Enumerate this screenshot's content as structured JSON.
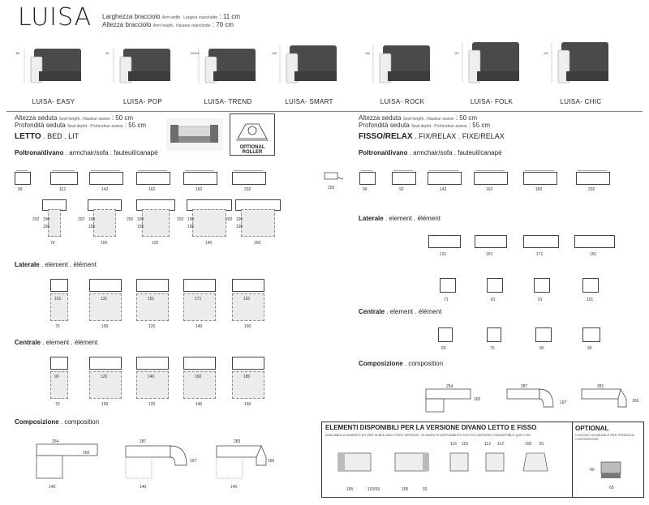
{
  "header": {
    "title": "LUISA",
    "spec1": "Larghezza bracciolo",
    "spec1_fr": "Arm width . Largeur manchette",
    "spec1_val": ": 11 cm",
    "spec2": "Altezza bracciolo",
    "spec2_fr": "Arm height . Hauteur manchette",
    "spec2_val": ": 70 cm"
  },
  "models": [
    {
      "name": "LUISA- EASY",
      "dim": "89"
    },
    {
      "name": "LUISA- POP",
      "dim": "90"
    },
    {
      "name": "LUISA- TREND",
      "dim": "90/116"
    },
    {
      "name": "LUISA- SMART",
      "dim": "100"
    },
    {
      "name": "LUISA- ROCK",
      "dim": "100"
    },
    {
      "name": "LUISA- FOLK",
      "dim": "107"
    },
    {
      "name": "LUISA- CHIC",
      "dim": "107"
    }
  ],
  "left": {
    "seat_h": "Altezza seduta",
    "seat_h_fr": "Seat height . Hauteur assise",
    "seat_h_val": ": 50 cm",
    "seat_d": "Profondità seduta",
    "seat_d_fr": "Seat depht . Profondeur assise",
    "seat_d_val": ": 55 cm",
    "heading": "LETTO",
    "heading_rest": ". BED . LIT",
    "optional_roller": "OPTIONAL ROLLER",
    "poltrona": "Poltrona/divano",
    "poltrona_rest": ". armchair/sofa . fauteuil/canapé",
    "sofa_widths": [
      "99",
      "112",
      "142",
      "162",
      "182",
      "202"
    ],
    "bed_widths": [
      "70",
      "100",
      "120",
      "140",
      "160"
    ],
    "bed_depth": "190",
    "bed_total": "202",
    "bed_inner": "195",
    "laterale": "Laterale",
    "laterale_rest": ". element . élément",
    "lat_widths": [
      "101",
      "131",
      "151",
      "171",
      "191"
    ],
    "centrale": "Centrale",
    "centrale_rest": ". element . élément",
    "cen_widths": [
      "90",
      "120",
      "140",
      "160",
      "180"
    ],
    "composizione": "Composizione",
    "composizione_rest": ". composition",
    "comp_a": [
      "254",
      "165",
      "140"
    ],
    "comp_b": [
      "287",
      "197",
      "140"
    ],
    "comp_c": [
      "283",
      "165",
      "140"
    ]
  },
  "right": {
    "seat_h": "Altezza seduta",
    "seat_h_fr": "Seat height . Hauteur assise",
    "seat_h_val": ": 50 cm",
    "seat_d": "Profondità seduta",
    "seat_d_fr": "Seat depht . Profondeur assise",
    "seat_d_val": ": 55 cm",
    "heading": "FISSO/RELAX",
    "heading_rest": ". FIX/RELAX . FIXE/RELAX",
    "poltrona": "Poltrona/divano",
    "poltrona_rest": ". armchair/sofa . fauteuil/canapé",
    "relax_width": "155",
    "sofa_widths": [
      "99",
      "92",
      "142",
      "162",
      "182",
      "202"
    ],
    "laterale": "Laterale",
    "laterale_rest": ". element . élément",
    "lat_widths": [
      "131",
      "151",
      "171",
      "191"
    ],
    "lat_small": [
      "71",
      "81",
      "91",
      "101"
    ],
    "centrale": "Centrale",
    "centrale_rest": ". element . élément",
    "cen_widths": [
      "60",
      "70",
      "80",
      "90"
    ],
    "composizione": "Composizione",
    "composizione_rest": ". composition",
    "comp_a": [
      "254",
      "165"
    ],
    "comp_b": [
      "287",
      "197"
    ],
    "comp_c": [
      "281",
      "165"
    ]
  },
  "legend": {
    "title": "ELEMENTI DISPONIBILI PER LA VERSIONE DIVANO LETTO E FISSO",
    "subtitle": "AVAILABLE ELEMENTS EITHER IN BED AND FIXED VERSION . ELEMENTS DISPONIBLES SOIT EN VERSION CONVERTIBLE QUE FIXE",
    "dims": [
      "165",
      "115/93",
      "165",
      "93",
      "116",
      "116",
      "112",
      "112",
      "100",
      "81"
    ],
    "optional_title": "OPTIONAL",
    "optional_sub": "CUSCINO SCHIENALE PER PENISOLA CONTENITORE",
    "optional_dims": [
      "40",
      "65"
    ]
  }
}
